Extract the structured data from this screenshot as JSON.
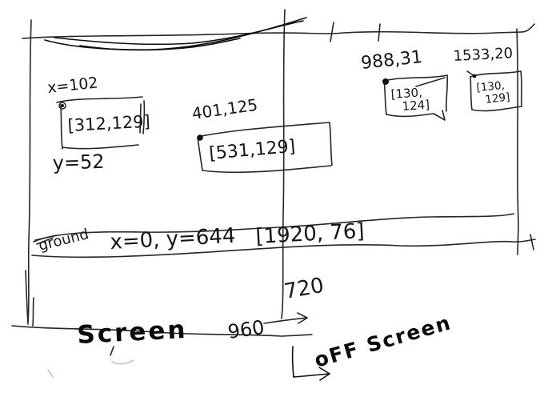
{
  "paper_color": "#ffffff",
  "ink_color": "#1a1a1a",
  "screen": {
    "label": "Screen"
  },
  "off_screen": {
    "label": "oFF Screen"
  },
  "axis_marks": {
    "bottom_coord": "720",
    "center_coord": "960"
  },
  "ground_bar": {
    "label": "ground",
    "position": "x=0, y=644",
    "size": "[1920, 76]"
  },
  "windows": [
    {
      "position": "x=102",
      "size": "[312,129]",
      "y_position": "y=52"
    },
    {
      "position": "401,125",
      "size": "[531,129]"
    },
    {
      "position": "988,31",
      "size_line1": "[130,",
      "size_line2": "124]"
    },
    {
      "position": "1533,20",
      "size_line1": "[130,",
      "size_line2": "129]"
    }
  ]
}
